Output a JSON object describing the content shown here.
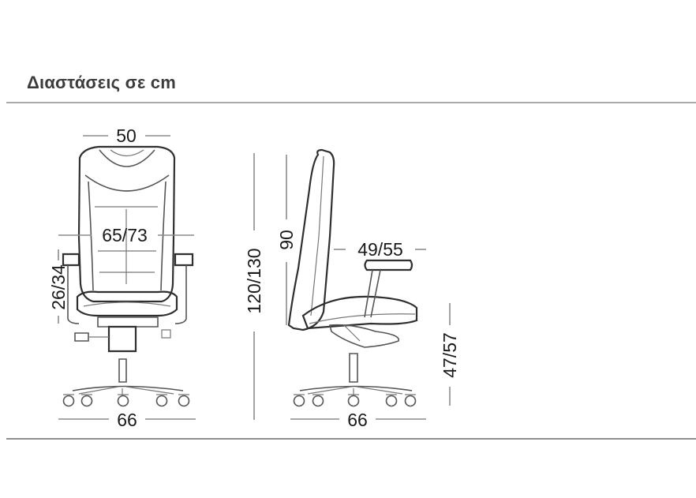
{
  "title": "Διαστάσεις σε cm",
  "dimensions": {
    "front_width": "50",
    "front_seat_width": "65/73",
    "armrest_height": "26/34",
    "front_base": "66",
    "total_height": "120/130",
    "back_height": "90",
    "side_armrest_depth": "49/55",
    "seat_height": "47/57",
    "side_base": "66"
  }
}
